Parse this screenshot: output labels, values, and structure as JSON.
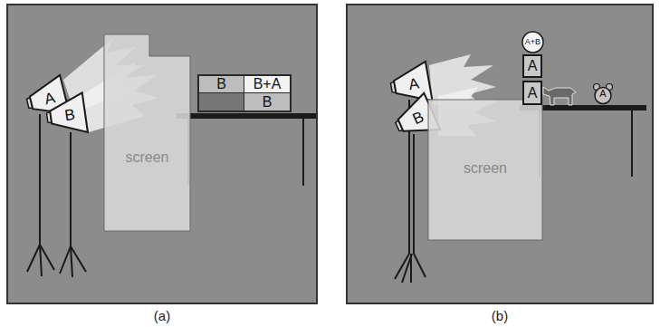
{
  "diagram": {
    "nodes": [
      {
        "text": [
          "(a)"
        ]
      },
      {
        "text": [
          "A"
        ],
        "in": 0
      },
      {
        "text": [
          "B"
        ],
        "in": 0
      },
      {
        "text": [
          "screen"
        ],
        "in": 0
      },
      {
        "text": [
          "B"
        ],
        "in": 0
      },
      {
        "text": [
          "B+A"
        ],
        "in": 0
      },
      {
        "text": [
          "B"
        ],
        "in": 0
      },
      {
        "text": [
          "(b)"
        ]
      },
      {
        "text": [
          "A"
        ],
        "in": 7
      },
      {
        "text": [
          "B"
        ],
        "in": 7
      },
      {
        "text": [
          "screen"
        ],
        "in": 7
      },
      {
        "text": [
          "A+B"
        ],
        "in": 7
      },
      {
        "text": [
          "A"
        ],
        "in": 7
      },
      {
        "text": [
          "A"
        ],
        "in": 7
      },
      {
        "text": [
          "A"
        ],
        "in": 7
      }
    ]
  }
}
